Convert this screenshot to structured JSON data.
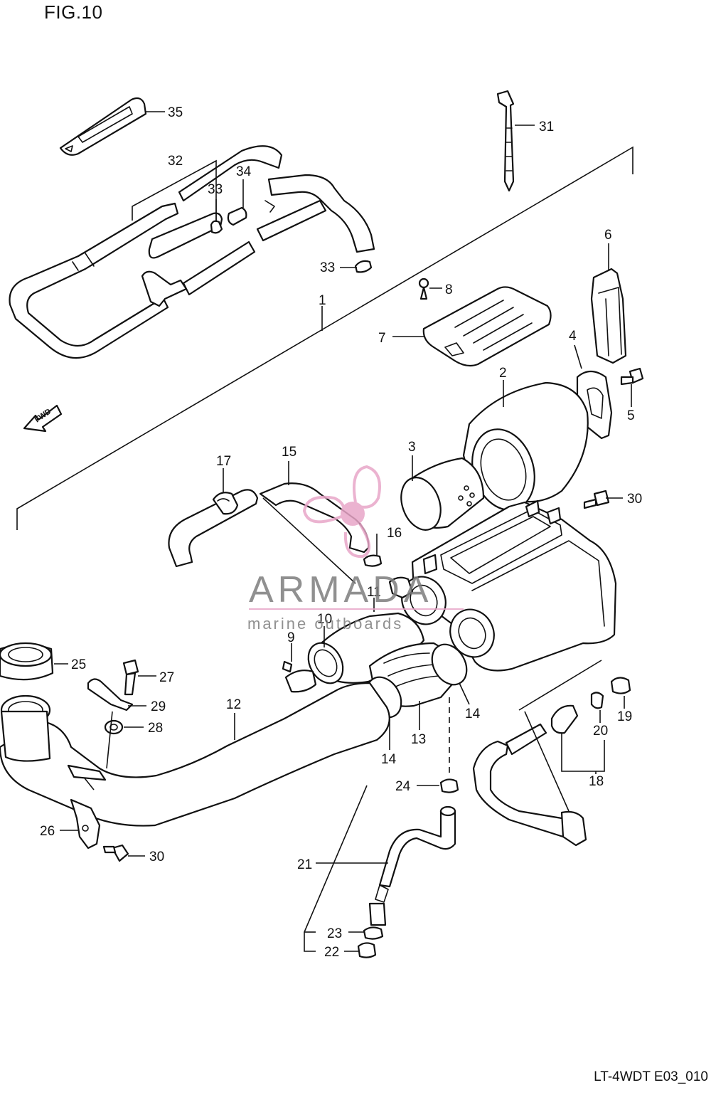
{
  "figure": {
    "title": "FIG.10",
    "drawing_code": "LT-4WDT E03_010",
    "direction_label": "FWD"
  },
  "watermark": {
    "brand": "ARMADA",
    "tagline": "marine outboards",
    "accent_color": "#e8a6c8",
    "text_color": "#7d7d7d"
  },
  "callouts": {
    "c1": "1",
    "c2": "2",
    "c3": "3",
    "c4": "4",
    "c5": "5",
    "c6": "6",
    "c7": "7",
    "c8": "8",
    "c9": "9",
    "c10": "10",
    "c11": "11",
    "c12": "12",
    "c13": "13",
    "c14a": "14",
    "c14b": "14",
    "c15": "15",
    "c16": "16",
    "c17": "17",
    "c18": "18",
    "c19": "19",
    "c20": "20",
    "c21": "21",
    "c22": "22",
    "c23": "23",
    "c24": "24",
    "c25": "25",
    "c26": "26",
    "c27": "27",
    "c28": "28",
    "c29": "29",
    "c30a": "30",
    "c30b": "30",
    "c31": "31",
    "c32": "32",
    "c33a": "33",
    "c33b": "33",
    "c34": "34",
    "c35": "35"
  }
}
